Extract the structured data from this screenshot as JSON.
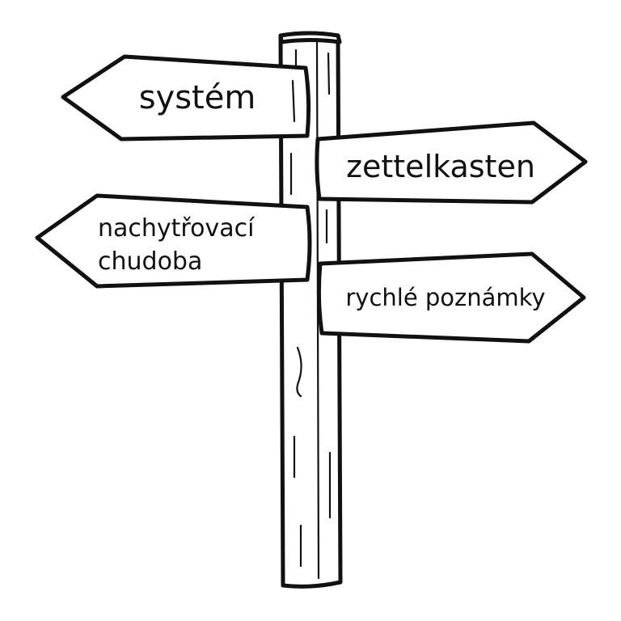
{
  "signpost": {
    "signs": [
      {
        "label": "systém",
        "direction": "left"
      },
      {
        "label": "zettelkasten",
        "direction": "right"
      },
      {
        "label_line1": "nachytřovací",
        "label_line2": "chudoba",
        "direction": "left"
      },
      {
        "label": "rychlé poznámky",
        "direction": "right"
      }
    ]
  },
  "colors": {
    "ink": "#111111",
    "background": "#ffffff"
  }
}
